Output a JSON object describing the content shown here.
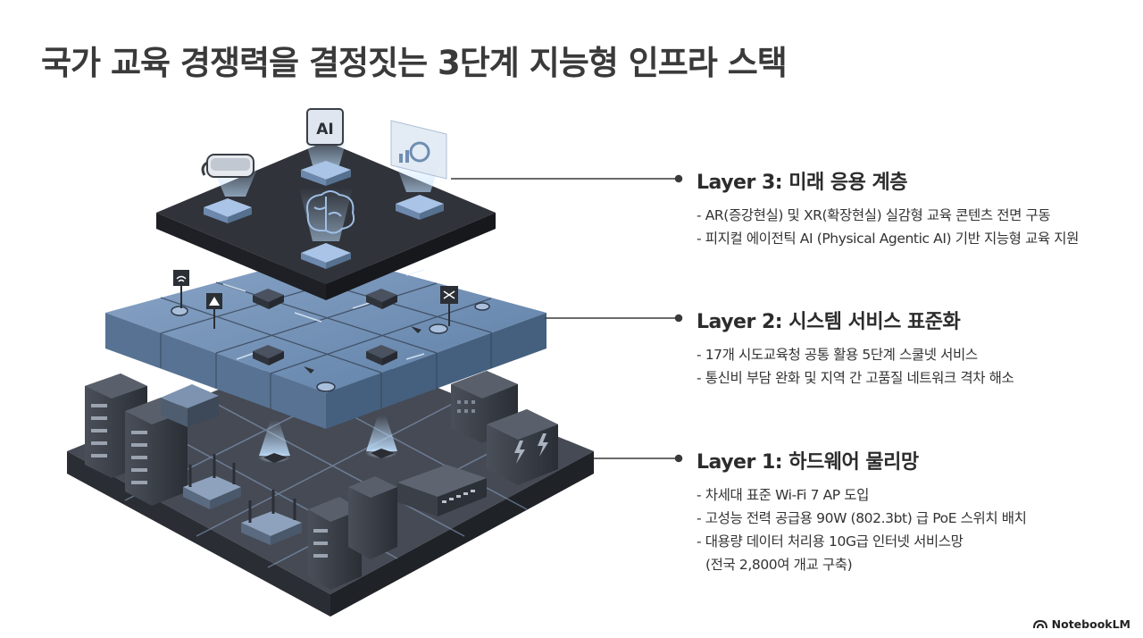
{
  "title": "국가 교육 경쟁력을 결정짓는 3단계 지능형 인프라 스택",
  "layers": [
    {
      "title": "Layer 3: 미래 응용 계층",
      "bullets": [
        "- AR(증강현실) 및 XR(확장현실) 실감형 교육 콘텐츠 전면 구동",
        "- 피지컬 에이전틱 AI (Physical Agentic AI) 기반 지능형 교육 지원"
      ]
    },
    {
      "title": "Layer 2: 시스템 서비스 표준화",
      "bullets": [
        "- 17개 시도교육청 공통 활용 5단계 스쿨넷 서비스",
        "- 통신비 부담 완화 및 지역 간 고품질 네트워크 격차 해소"
      ]
    },
    {
      "title": "Layer 1: 하드웨어 물리망",
      "bullets": [
        "- 차세대 표준 Wi-Fi 7 AP 도입",
        "- 고성능 전력 공급용 90W (802.3bt) 급 PoE 스위치 배치",
        "- 대용량 데이터 처리용 10G급 인터넷 서비스망",
        "(전국 2,800여 개교 구축)"
      ]
    }
  ],
  "ai_chip_label": "AI",
  "brand": "NotebookLM",
  "colors": {
    "top_layer": "#2e3138",
    "mid_layer": "#6f8db2",
    "base_layer": "#3a3e47",
    "connector": "#3a3a3a",
    "glow": "#bfe0ff"
  }
}
